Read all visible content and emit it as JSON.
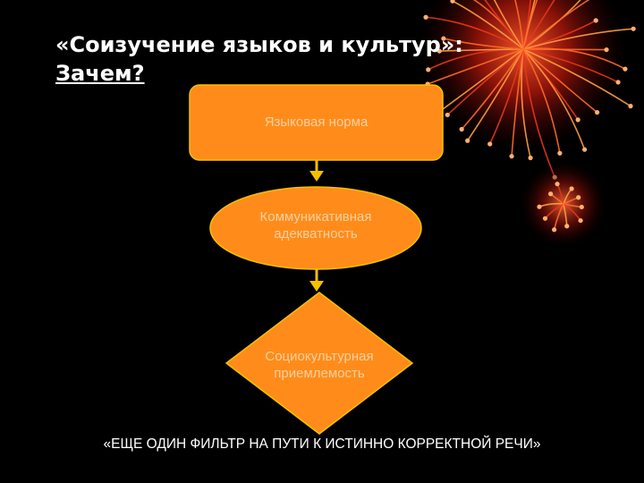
{
  "slide": {
    "title_line1": "«Соизучение языков и культур»:",
    "title_line2": "Зачем?",
    "footer": "«ЕЩЕ ОДИН ФИЛЬТР НА ПУТИ К ИСТИННО КОРРЕКТНОЙ РЕЧИ»"
  },
  "flowchart": {
    "nodes": [
      {
        "shape": "rounded-rectangle",
        "label": "Языковая норма"
      },
      {
        "shape": "ellipse",
        "label_line1": "Коммуникативная",
        "label_line2": "адекватность"
      },
      {
        "shape": "diamond",
        "label_line1": "Социокультурная",
        "label_line2": "приемлемость"
      }
    ],
    "colors": {
      "node_fill": "#ff8c1a",
      "node_stroke": "#f5c000",
      "node_text": "#f7d0a0",
      "arrow": "#f5c000",
      "background": "#000000",
      "decor_glow": "#e0401a"
    }
  }
}
